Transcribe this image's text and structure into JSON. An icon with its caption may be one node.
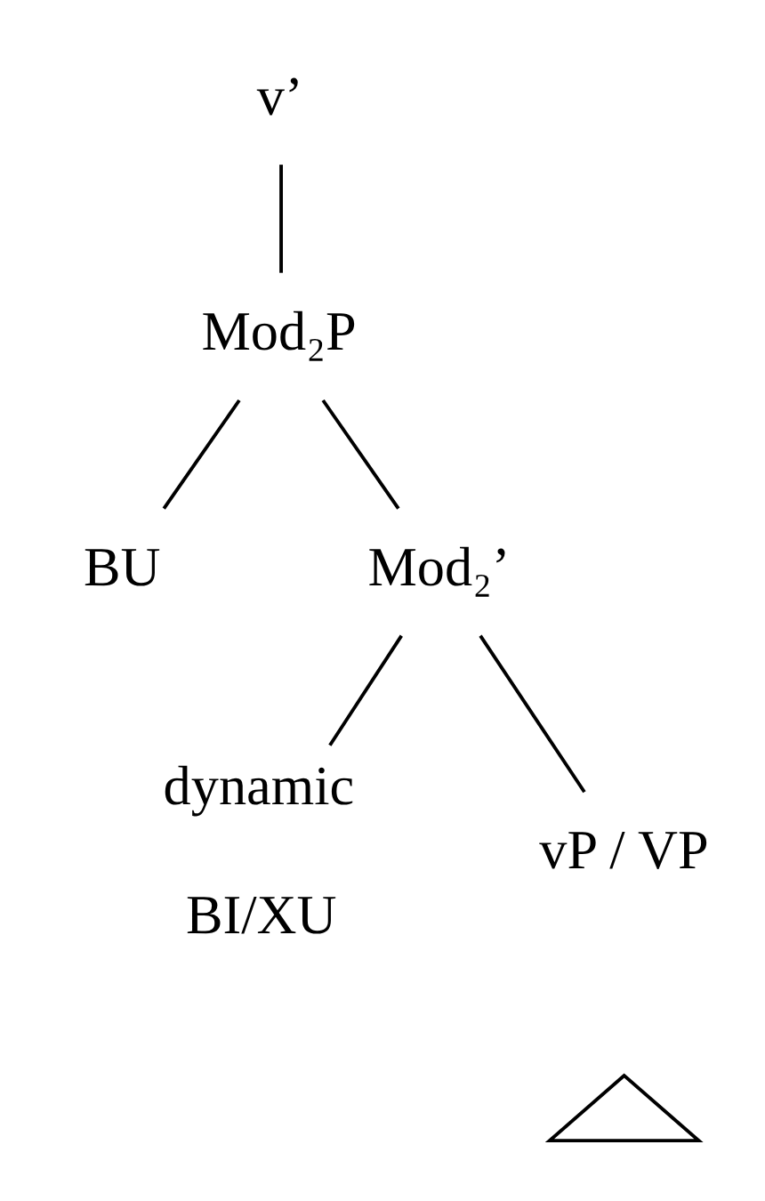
{
  "diagram": {
    "nodes": [
      {
        "text": [
          "v’"
        ]
      },
      {
        "text": [
          "Mod₂P"
        ]
      },
      {
        "text": [
          "BU"
        ]
      },
      {
        "text": [
          "Mod₂’"
        ]
      },
      {
        "text": [
          "dynamic",
          "BI/XU"
        ]
      },
      {
        "text": [
          "vP / VP"
        ]
      },
      {
        "text": [],
        "shape": "triangle"
      }
    ],
    "edges": [
      {
        "from": 0,
        "to": 1,
        "arrow": "none"
      },
      {
        "from": 1,
        "to": 2,
        "arrow": "none"
      },
      {
        "from": 1,
        "to": 3,
        "arrow": "none"
      },
      {
        "from": 3,
        "to": 4,
        "arrow": "none"
      },
      {
        "from": 3,
        "to": 5,
        "arrow": "none"
      }
    ]
  }
}
